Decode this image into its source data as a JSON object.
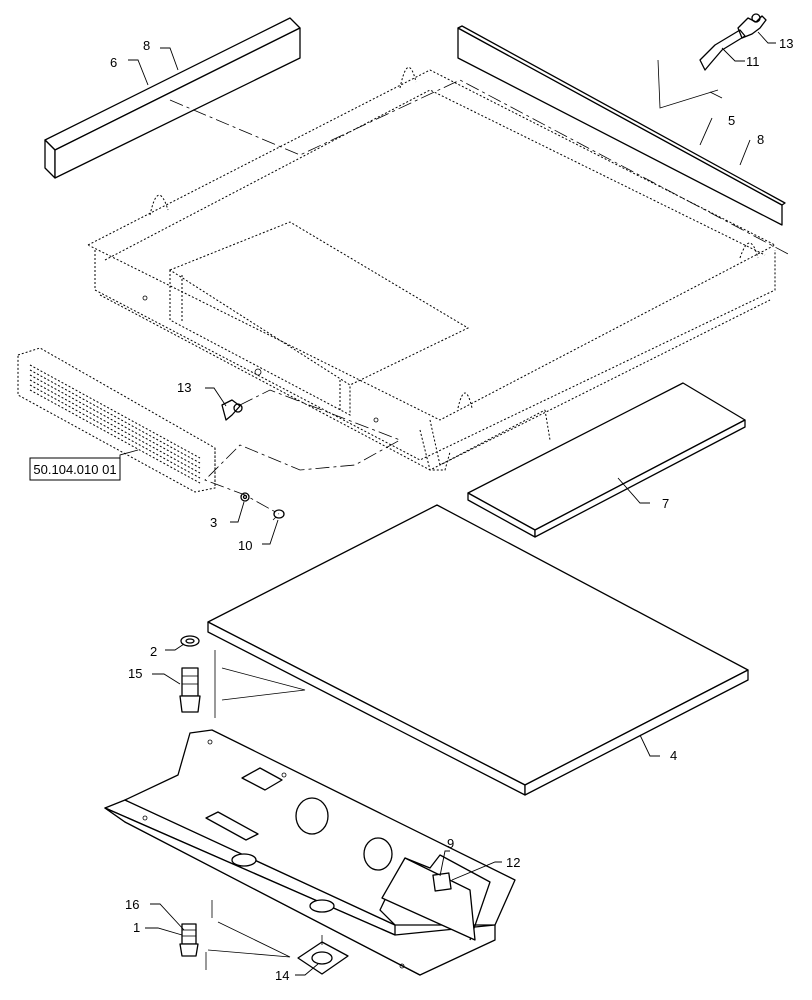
{
  "diagram": {
    "reference_box": "50.104.010 01",
    "callouts": {
      "c1": "1",
      "c2": "2",
      "c3": "3",
      "c4": "4",
      "c5": "5",
      "c6": "6",
      "c7": "7",
      "c8a": "8",
      "c8b": "8",
      "c9": "9",
      "c10": "10",
      "c11": "11",
      "c12": "12",
      "c13a": "13",
      "c13b": "13",
      "c14": "14",
      "c15": "15",
      "c16": "16"
    }
  }
}
